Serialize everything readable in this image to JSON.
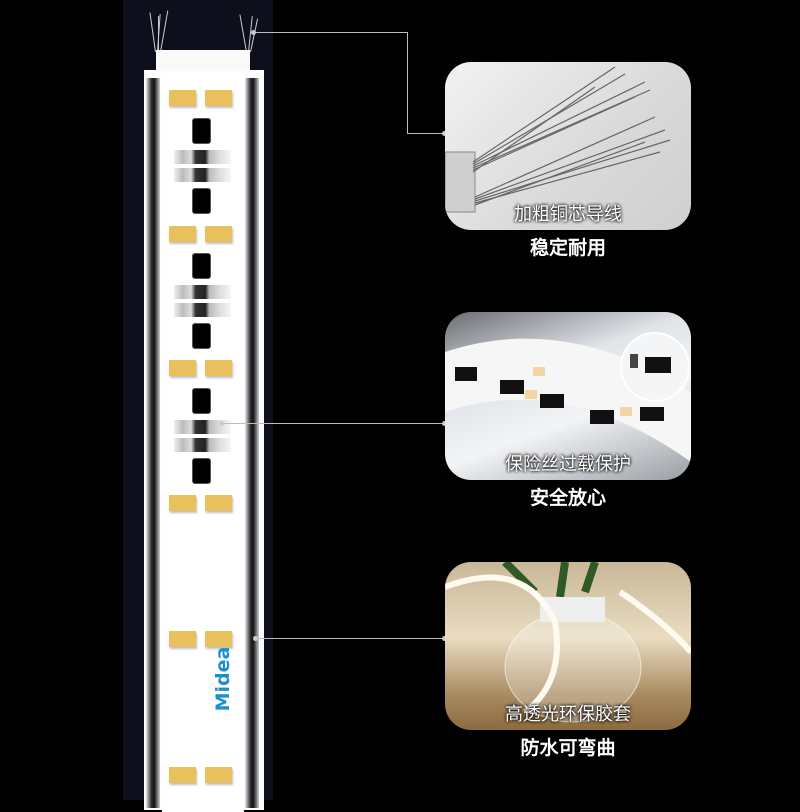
{
  "product": {
    "brand_logo": "Midea",
    "colors": {
      "background": "#000000",
      "panel": "#0e0f1c",
      "led_pad": "#e8c15c",
      "brand_blue": "#1a8fd1",
      "connector": "#bdbdbd"
    }
  },
  "callouts": [
    {
      "caption": "加粗铜芯导线",
      "subtitle": "稳定耐用",
      "image": "stranded-copper-wires-photo"
    },
    {
      "caption": "保险丝过载保护",
      "subtitle": "安全放心",
      "image": "circuit-board-fuse-closeup-photo"
    },
    {
      "caption": "高透光环保胶套",
      "subtitle": "防水可弯曲",
      "image": "led-strip-in-glass-vase-photo"
    }
  ]
}
